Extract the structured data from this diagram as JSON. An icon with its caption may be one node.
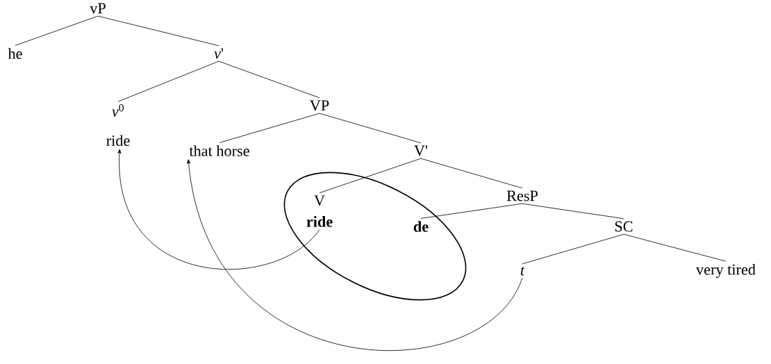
{
  "diagram": {
    "nodes": [
      {
        "text": [
          "vP"
        ]
      },
      {
        "text": [
          "he"
        ]
      },
      {
        "text": [
          "*v*'"
        ]
      },
      {
        "text": [
          "*v*$^{0}$",
          "ride"
        ]
      },
      {
        "text": [
          "VP"
        ]
      },
      {
        "text": [
          "that horse"
        ]
      },
      {
        "text": [
          "V'"
        ]
      },
      {
        "text": [
          "V",
          "ride"
        ]
      },
      {
        "text": [
          "ResP"
        ]
      },
      {
        "text": [
          "de"
        ]
      },
      {
        "text": [
          "SC"
        ]
      },
      {
        "text": [
          "t"
        ]
      },
      {
        "text": [
          "very tired"
        ]
      }
    ],
    "edges": [
      {
        "from": 0,
        "to": 1,
        "arrow": "none"
      },
      {
        "from": 0,
        "to": 2,
        "arrow": "none"
      },
      {
        "from": 2,
        "to": 3,
        "arrow": "none"
      },
      {
        "from": 2,
        "to": 4,
        "arrow": "none"
      },
      {
        "from": 4,
        "to": 5,
        "arrow": "none"
      },
      {
        "from": 4,
        "to": 6,
        "arrow": "none"
      },
      {
        "from": 6,
        "to": 7,
        "arrow": "none"
      },
      {
        "from": 6,
        "to": 8,
        "arrow": "none"
      },
      {
        "from": 8,
        "to": 9,
        "arrow": "none"
      },
      {
        "from": 8,
        "to": 10,
        "arrow": "none"
      },
      {
        "from": 10,
        "to": 11,
        "arrow": "none"
      },
      {
        "from": 10,
        "to": 12,
        "arrow": "none"
      },
      {
        "from": 7,
        "to": 3,
        "arrow": "to"
      },
      {
        "from": 11,
        "to": 5,
        "arrow": "to"
      }
    ]
  }
}
